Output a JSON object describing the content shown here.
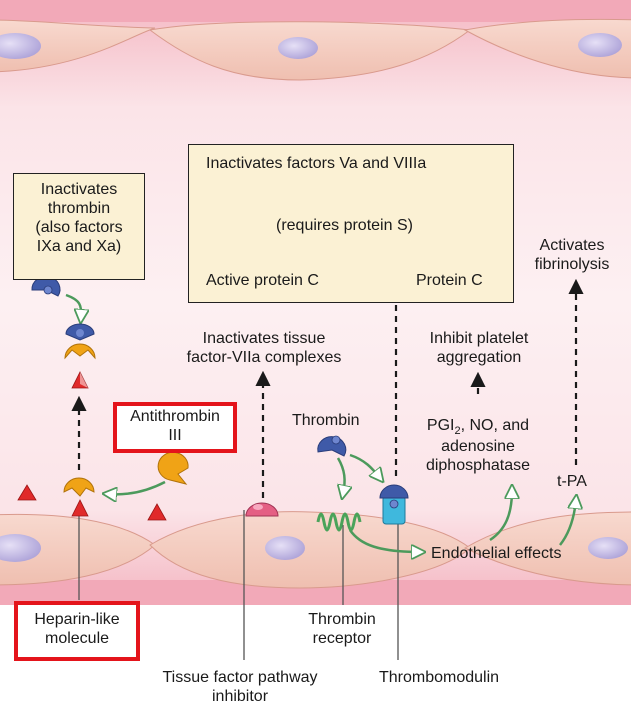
{
  "labels": {
    "inactivates_thrombin": "Inactivates\nthrombin\n(also factors\nIXa and Xa)",
    "inactivates_va_viiia": "Inactivates factors Va and VIIIa",
    "requires_protein_s": "(requires protein S)",
    "active_protein_c": "Active protein C",
    "protein_c": "Protein C",
    "activates_fibrinolysis": "Activates\nfibrinolysis",
    "inactivates_tissue_factor": "Inactivates tissue\nfactor-VIIa complexes",
    "inhibit_platelet": "Inhibit platelet\naggregation",
    "antithrombin": "Antithrombin\nIII",
    "thrombin": "Thrombin",
    "pgi_prefix": "PGI",
    "pgi_sub": "2",
    "pgi_suffix": ", NO, and",
    "adenosine": "adenosine\ndiphosphatase",
    "t_pa": "t-PA",
    "endothelial_effects": "Endothelial effects",
    "heparin_like": "Heparin-like\nmolecule",
    "thrombin_receptor": "Thrombin\nreceptor",
    "tissue_factor_pathway": "Tissue factor pathway\ninhibitor",
    "thrombomodulin": "Thrombomodulin"
  },
  "colors": {
    "vessel_lumen": "#fbe3e8",
    "endothelium": "#f3c8bd",
    "nucleus": "#c9bfe6",
    "highlight_box": "#e4141b",
    "note_box": "#fbf1d4",
    "green_arrow": "#7fbf8c",
    "thrombin_blue": "#3f5aa8",
    "antithrombin_orange": "#f0a316",
    "red_triangle": "#e02a2a"
  },
  "icons": [
    "thrombin-icon",
    "antithrombin-icon",
    "heparin-triangle-icon",
    "thrombomodulin-icon",
    "thrombin-receptor-icon",
    "tfpi-icon"
  ]
}
